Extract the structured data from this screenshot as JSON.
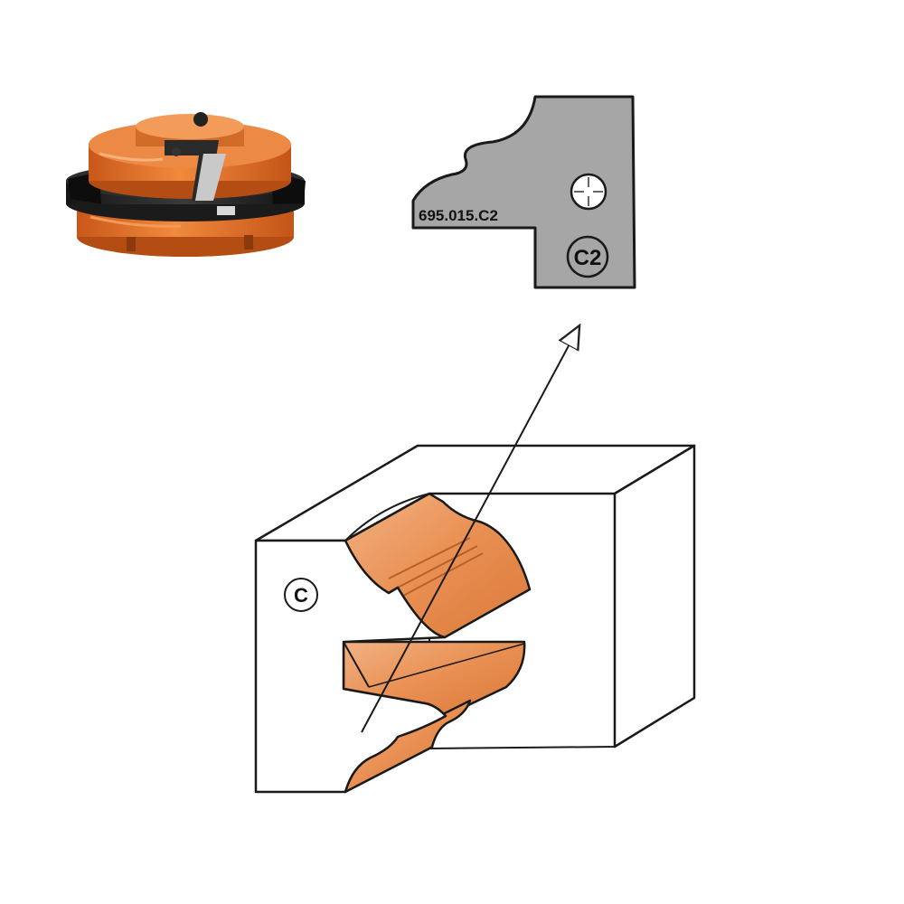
{
  "knife": {
    "part_number": "695.015.C2",
    "badge": "C2"
  },
  "block": {
    "profile_label": "C"
  },
  "colors": {
    "knife_fill": "#a6a6a6",
    "cutter_orange": "#e5762a",
    "cutter_dark": "#2b2b2b",
    "profile_orange": "#eb9a62",
    "outline": "#222222"
  }
}
